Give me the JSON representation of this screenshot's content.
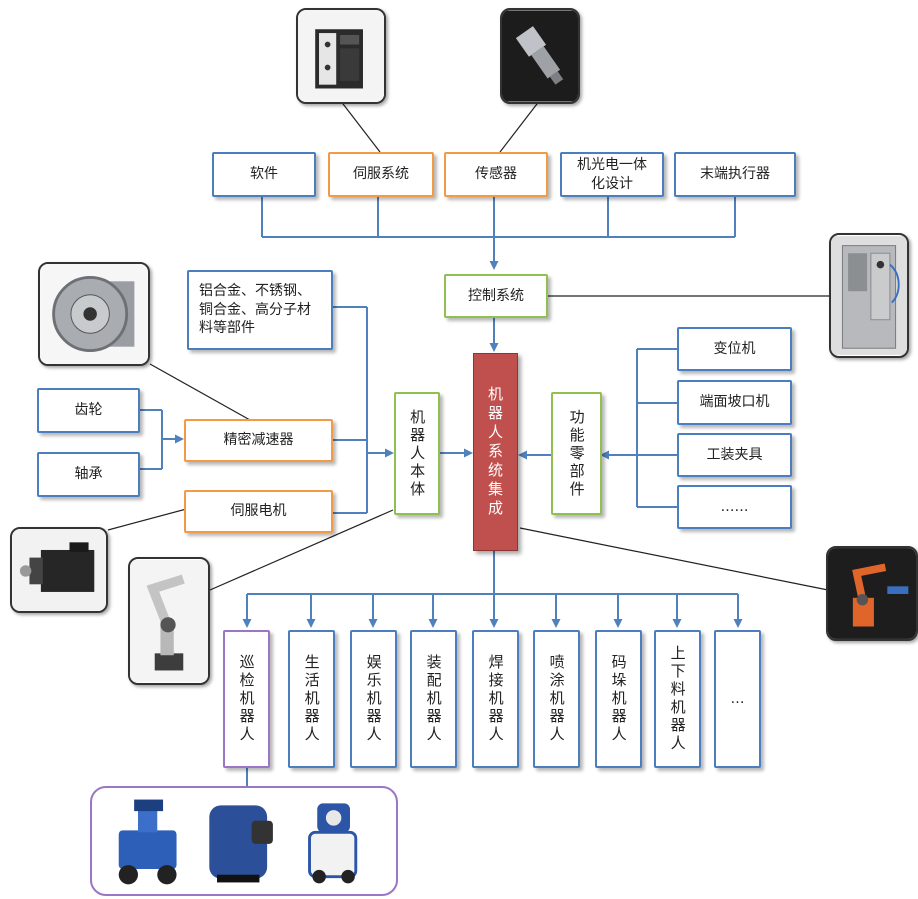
{
  "top_modules": [
    "软件",
    "伺服系统",
    "传感器",
    "机光电一体化设计",
    "末端执行器"
  ],
  "control_system": "控制系统",
  "core": "机器人系统集成",
  "robot_body": "机器人本体",
  "function_parts": "功能零部件",
  "materials": "铝合金、不锈钢、铜合金、高分子材料等部件",
  "precision_reducer": "精密减速器",
  "gear": "齿轮",
  "bearing": "轴承",
  "servo_motor": "伺服电机",
  "function_items": [
    "变位机",
    "端面坡口机",
    "工装夹具",
    "……"
  ],
  "applications": [
    "巡检机器人",
    "生活机器人",
    "娱乐机器人",
    "装配机器人",
    "焊接机器人",
    "喷涂机器人",
    "码垛机器人",
    "上下料机器人",
    "…"
  ],
  "photos": [
    "servo-drive-photo",
    "pressure-sensor-photo",
    "control-cabinet-photo",
    "precision-reducer-photo",
    "servo-motor-photo",
    "industrial-arm-photo",
    "welding-robot-photo",
    "inspection-robots-photo"
  ],
  "colors": {
    "blue_border": "#4a7ebf",
    "orange_border": "#f39a46",
    "green_border": "#8fc050",
    "purple_border": "#9b76c4",
    "core_red": "#c0504d",
    "connector": "#4f81bd"
  }
}
